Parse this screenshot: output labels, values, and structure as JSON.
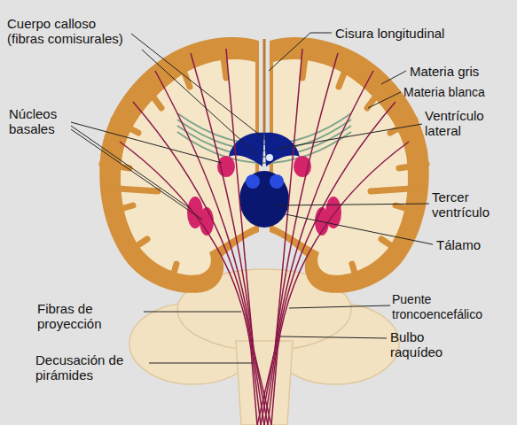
{
  "diagram": {
    "labels": [
      "Cuerpo calloso (fibras comisurales)",
      "Cisura longitudinal",
      "Materia gris",
      "Materia blanca",
      "Núcleos basales",
      "Ventrículo lateral",
      "Tercer ventrículo",
      "Tálamo",
      "Fibras de proyección",
      "Puente troncoencefálico",
      "Bulbo raquídeo",
      "Decusación de pirámides"
    ]
  }
}
